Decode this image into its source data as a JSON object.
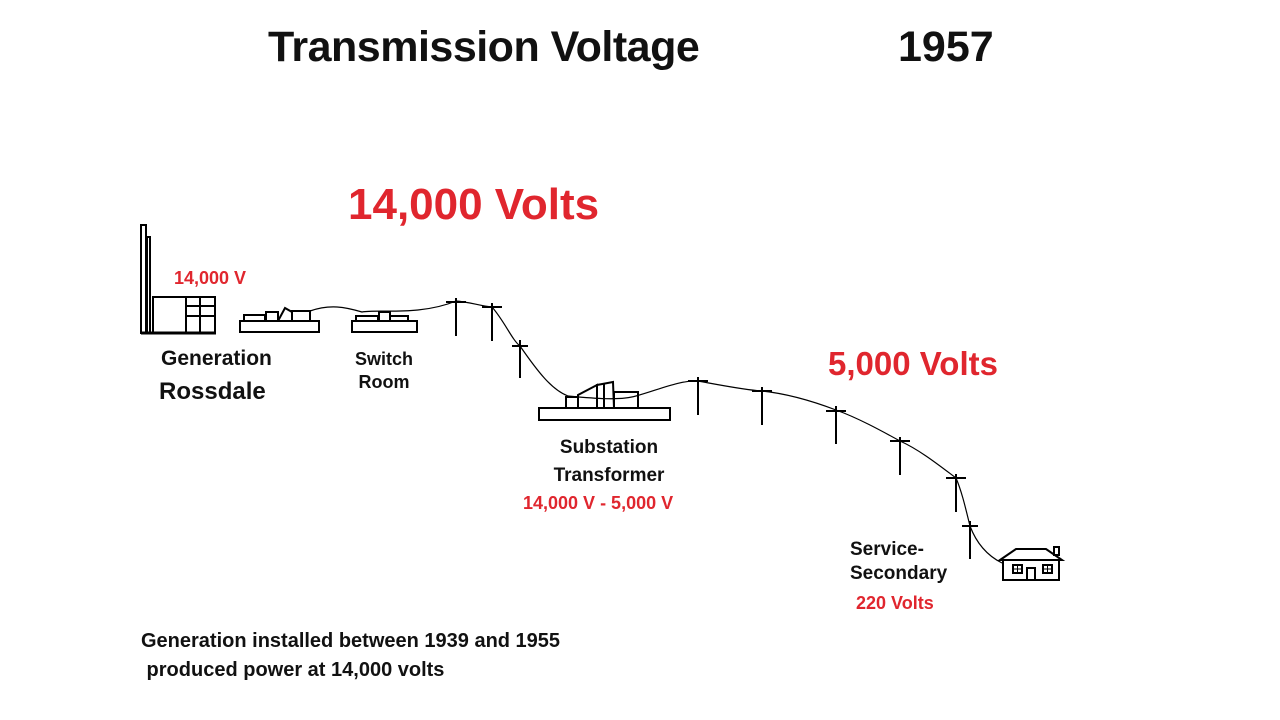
{
  "title": "Transmission Voltage",
  "year": "1957",
  "transmission_voltage_label": "14,000 Volts",
  "distribution_voltage_label": "5,000 Volts",
  "generation": {
    "voltage": "14,000 V",
    "label": "Generation",
    "place": "Rossdale"
  },
  "switch_room": {
    "label": "Switch\nRoom"
  },
  "substation": {
    "label": "Substation\nTransformer",
    "voltage_range": "14,000 V - 5,000 V"
  },
  "service": {
    "label": "Service-\nSecondary",
    "voltage": "220 Volts"
  },
  "note": "Generation installed between 1939 and 1955\n produced power at 14,000 volts",
  "colors": {
    "text": "#111111",
    "voltage_red": "#e0262e",
    "line": "#000000"
  }
}
